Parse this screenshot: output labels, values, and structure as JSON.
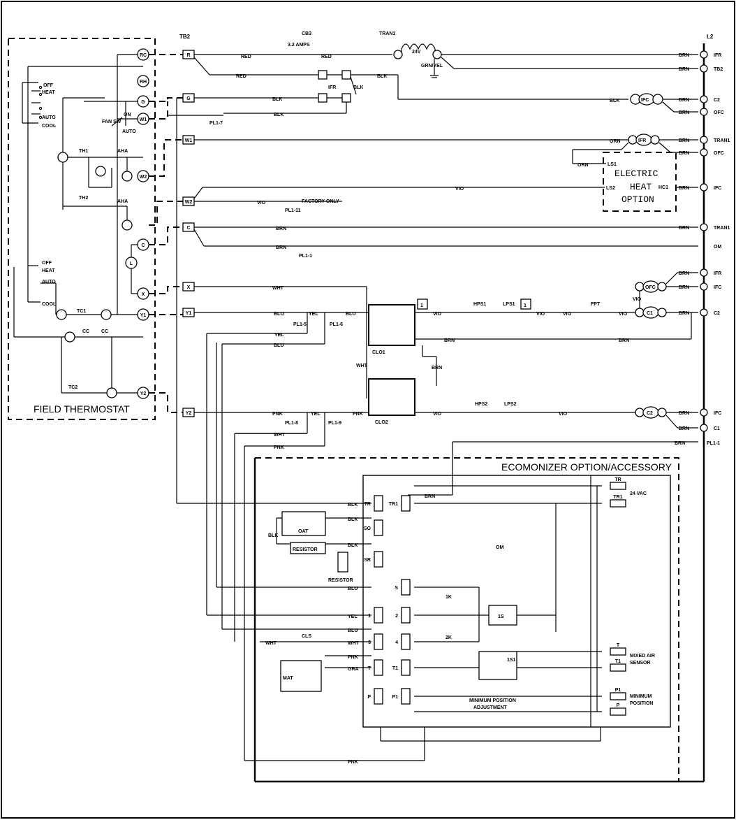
{
  "labels": {
    "field_thermostat": "FIELD THERMOSTAT",
    "tb2": "TB2",
    "l2": "L2",
    "cb3": "CB3",
    "cb3_rating": "3.2 AMPS",
    "tran1": "TRAN1",
    "v24": "24V",
    "grn_yel": "GRN/YEL",
    "electric_heat_1": "ELECTRIC",
    "electric_heat_2": "HEAT",
    "electric_heat_3": "OPTION",
    "hc1": "HC1",
    "ls1": "LS1",
    "ls2": "LS2",
    "factory_only": "FACTORY ONLY",
    "economizer": "ECOMONIZER OPTION/ACCESSORY",
    "vac24": "24 VAC",
    "mixed_air_1": "MIXED AIR",
    "mixed_air_2": "SENSOR",
    "min_pos_1": "MINIMUM",
    "min_pos_2": "POSITION",
    "min_adj_1": "MINIMUM POSITION",
    "min_adj_2": "ADJUSTMENT",
    "om": "OM",
    "oat": "OAT",
    "resistor": "RESISTOR",
    "mat": "MAT",
    "clo1": "CLO1",
    "clo2": "CLO2",
    "ifr": "IFR",
    "fan_sw": "FAN SW",
    "on": "ON",
    "auto": "AUTO",
    "off": "OFF",
    "heat": "HEAT",
    "cool": "COOL",
    "th1": "TH1",
    "th2": "TH2",
    "tc1": "TC1",
    "tc2": "TC2",
    "cc": "CC",
    "aha": "AHA",
    "hps1": "HPS1",
    "lps1": "LPS1",
    "hps2": "HPS2",
    "lps2": "LPS2",
    "fpt": "FPT",
    "one_k": "1K",
    "two_k": "2K",
    "one_s": "1S",
    "one_s1": "1S1",
    "cls": "CLS",
    "pl1_7": "PL1-7",
    "pl1_11": "PL1-11",
    "pl1_1": "PL1-1",
    "pl1_5": "PL1-5",
    "pl1_6": "PL1-6",
    "pl1_8": "PL1-8",
    "pl1_9": "PL1-9",
    "pl1_1b": "PL1-1",
    "box1": "1"
  },
  "wire_colors": {
    "red": "RED",
    "blk": "BLK",
    "brn": "BRN",
    "orn": "ORN",
    "vio": "VIO",
    "wht": "WHT",
    "blu": "BLU",
    "yel": "YEL",
    "pnk": "PNK",
    "gra": "GRA"
  },
  "terminals_tb2": [
    "R",
    "G",
    "W1",
    "W2",
    "C",
    "X",
    "Y1",
    "Y2"
  ],
  "terminals_tstat": [
    "RC",
    "RH",
    "G",
    "W1",
    "W2",
    "C",
    "L",
    "X",
    "Y1",
    "Y2"
  ],
  "right_labels": [
    "IFR",
    "TB2",
    "C2",
    "OFC",
    "TRAN1",
    "OFC",
    "IFC",
    "TRAN1",
    "OM",
    "IFR",
    "IFC",
    "C2",
    "IFC",
    "C1"
  ],
  "om_terminals": [
    "TR",
    "TR1",
    "SO",
    "SR",
    "S",
    "1",
    "2",
    "3",
    "4",
    "T",
    "T1",
    "P",
    "P1"
  ],
  "ecm_right_terminals": [
    "TR",
    "TR1",
    "T",
    "T1",
    "P1",
    "P"
  ],
  "component_labels": [
    "IFC",
    "IFR",
    "OFC",
    "C1",
    "C2"
  ]
}
